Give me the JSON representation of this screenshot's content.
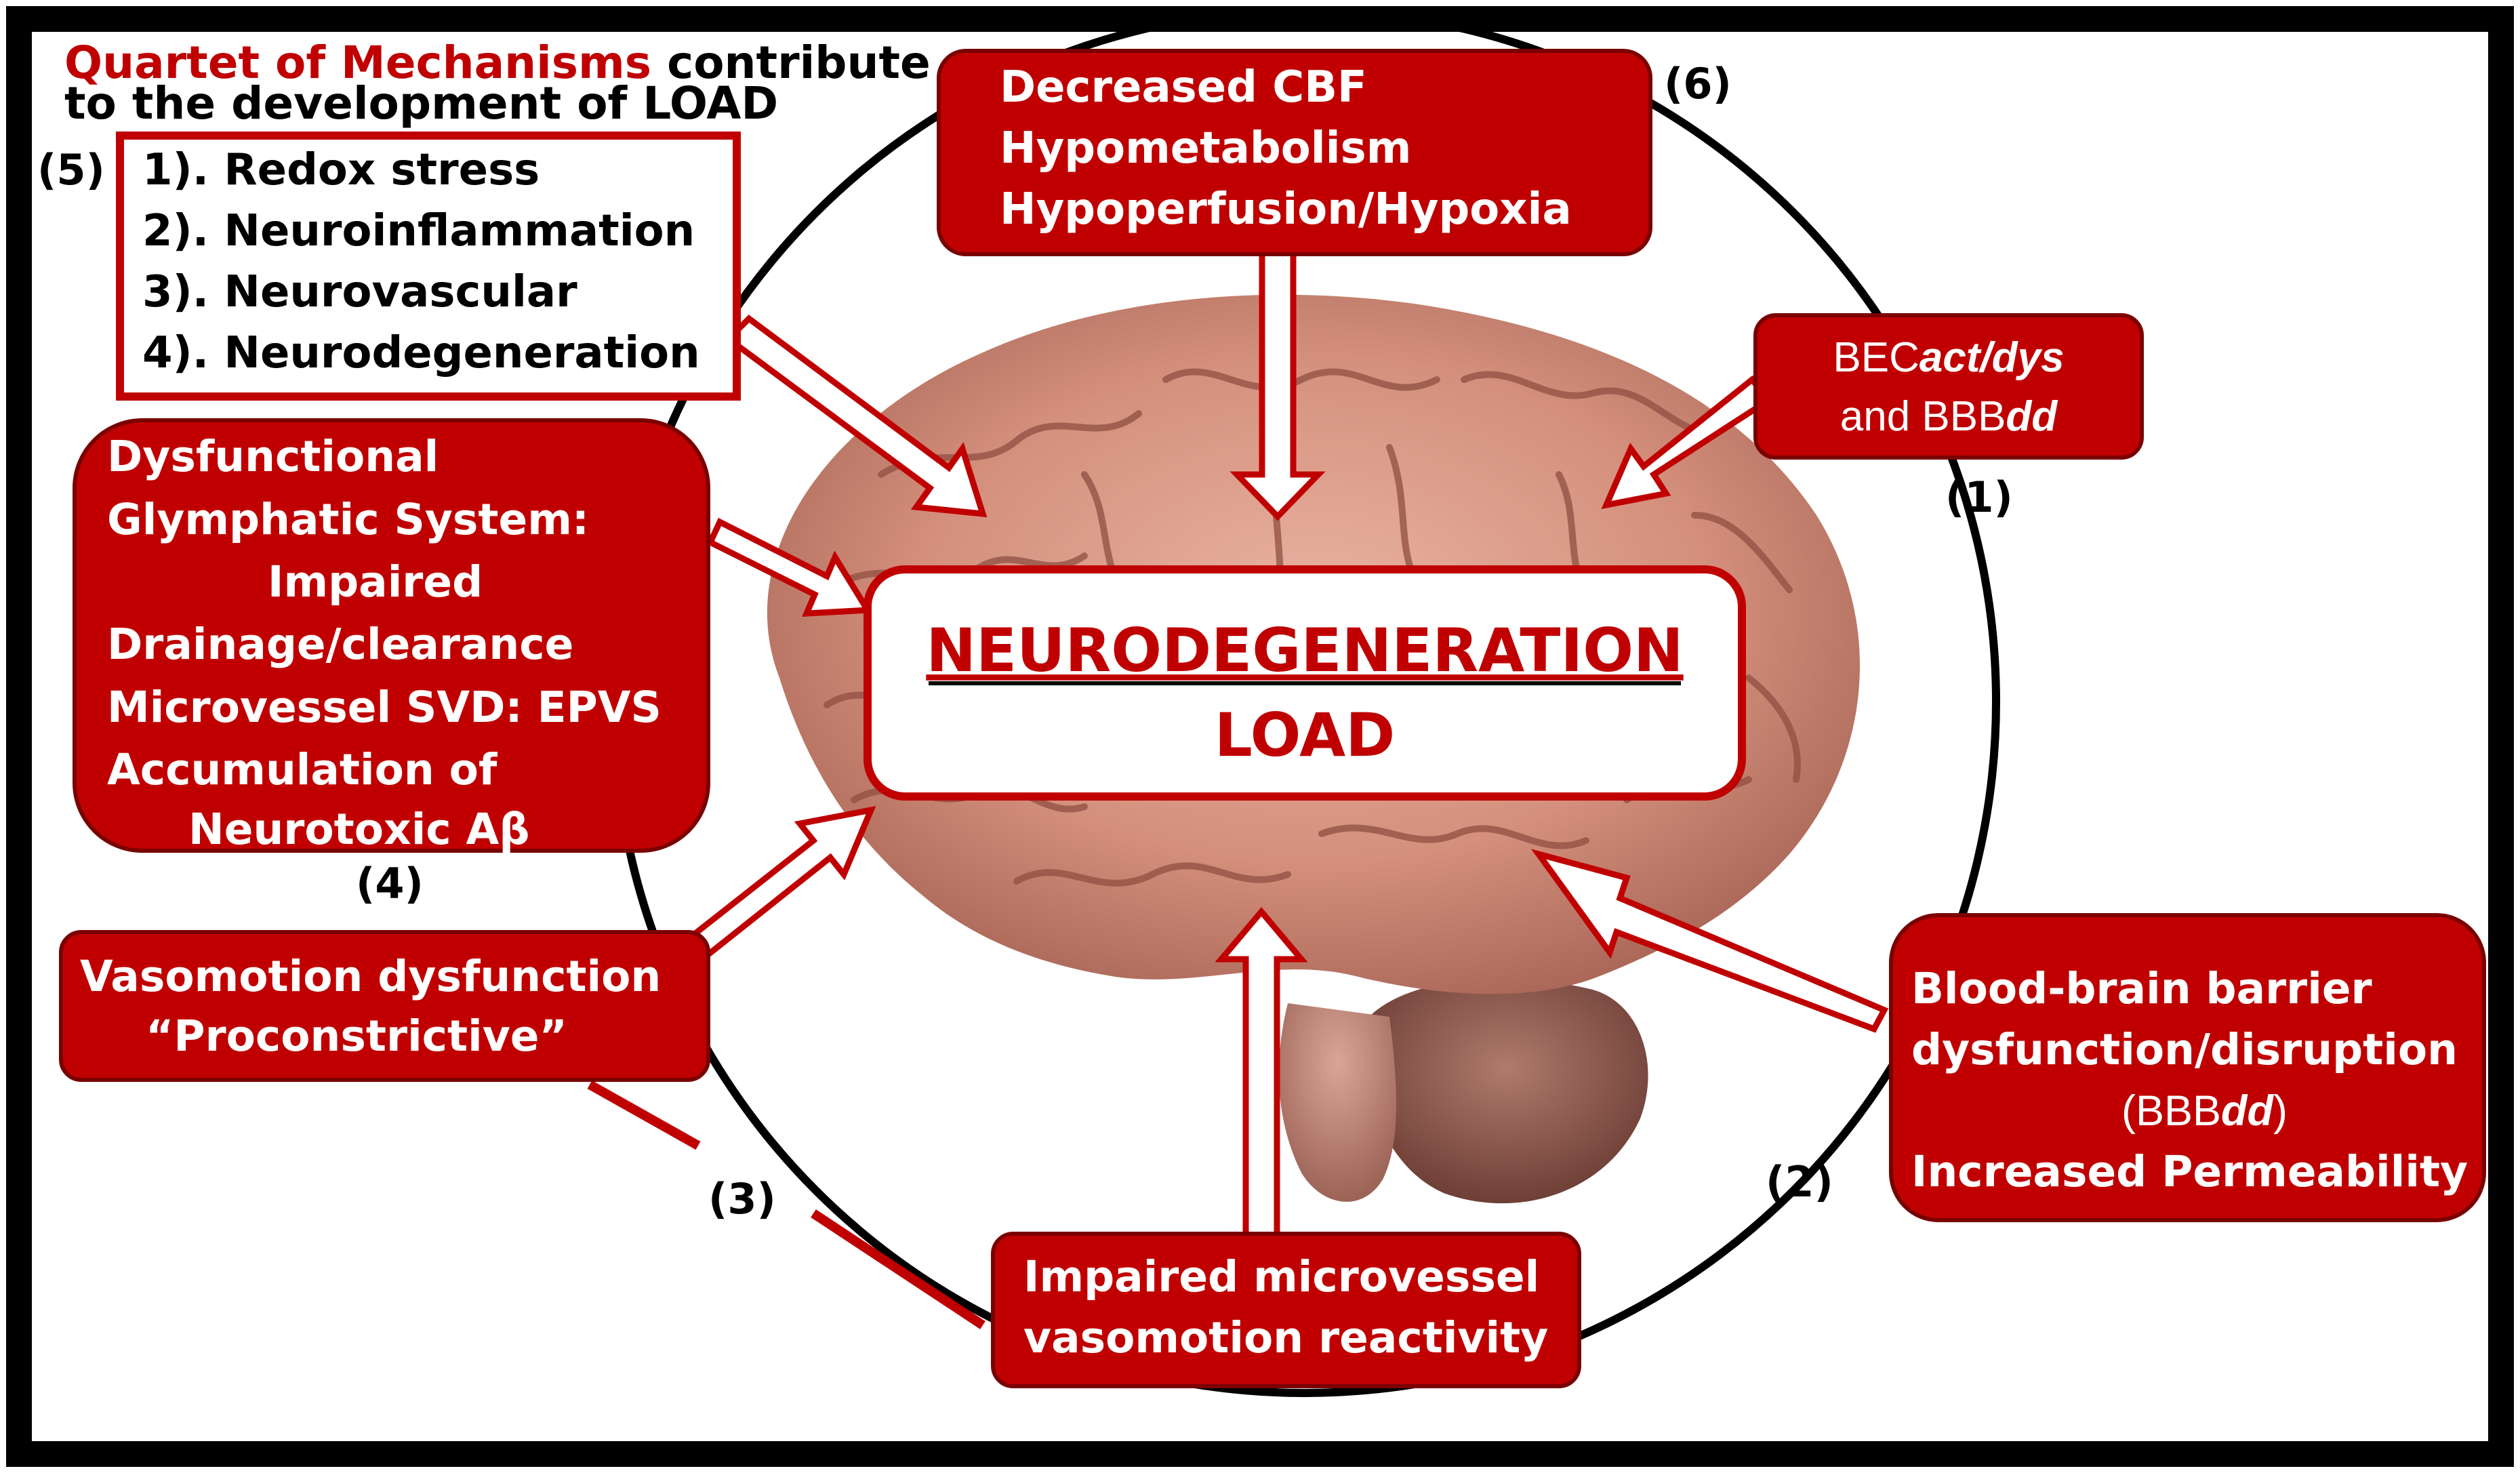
{
  "title": {
    "highlight": "Quartet of Mechanisms",
    "rest_line1": "contribute",
    "line2": "to the development of LOAD"
  },
  "quartet": {
    "label": "(5)",
    "items": [
      "1). Redox stress",
      "2). Neuroinflammation",
      "3). Neurovascular",
      "4). Neurodegeneration"
    ]
  },
  "center": {
    "line1": "NEURODEGENERATION",
    "line2": "LOAD"
  },
  "boxes": {
    "cbf": {
      "lines": [
        "Decreased CBF",
        "Hypometabolism",
        "Hypoperfusion/Hypoxia"
      ],
      "label": "(6)"
    },
    "bec": {
      "line1_prefix": "BEC",
      "line1_italic": "act/dys",
      "line2_prefix": "and BBB",
      "line2_italic": "dd",
      "label": "(1)"
    },
    "glymphatic": {
      "lines": [
        "Dysfunctional",
        "Glymphatic System:",
        "Impaired",
        "Drainage/clearance",
        "Microvessel SVD: EPVS",
        "Accumulation of",
        "Neurotoxic  Aβ"
      ],
      "label": "(4)"
    },
    "vasomotion": {
      "lines": [
        "Vasomotion dysfunction",
        "“Proconstrictive”"
      ],
      "label": "(3)"
    },
    "microvessel": {
      "lines": [
        "Impaired microvessel",
        "vasomotion reactivity"
      ]
    },
    "bbb": {
      "line1": "Blood-brain barrier",
      "line2": "dysfunction/disruption",
      "line3_prefix": "(BBB",
      "line3_italic": "dd",
      "line3_suffix": ")",
      "line4": "Increased Permeability",
      "label": "(2)"
    }
  },
  "image": {
    "brain_icon": "brain-icon"
  },
  "colors": {
    "box_fill": "#c00000",
    "box_stroke": "#7a0000",
    "title_red": "#c00000",
    "frame": "#000000"
  }
}
